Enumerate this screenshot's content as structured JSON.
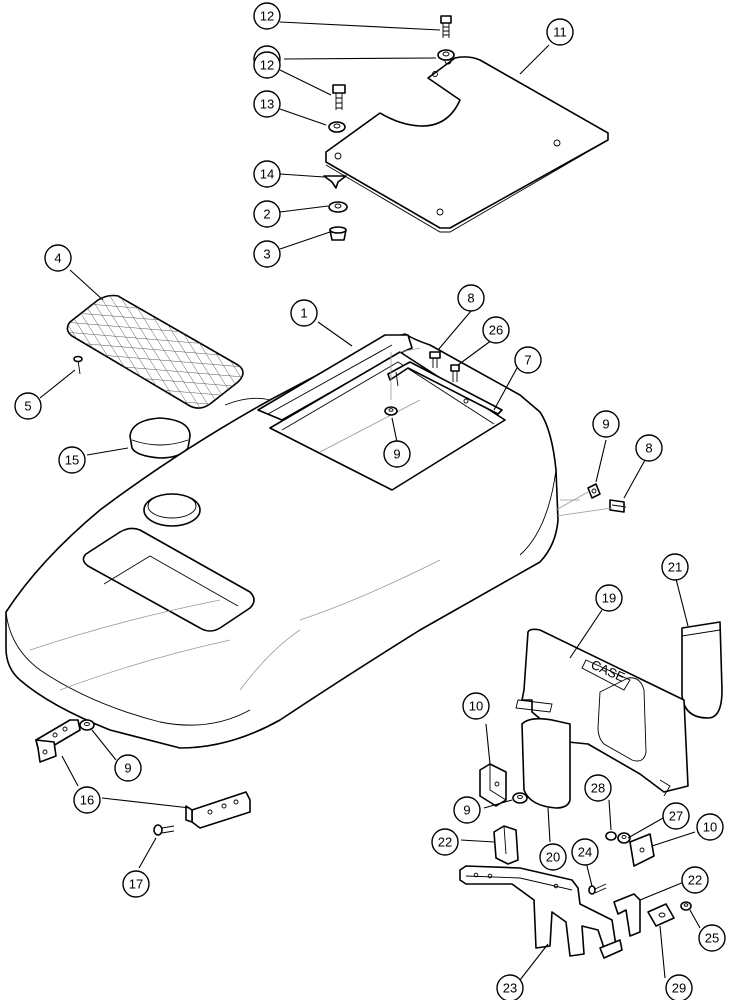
{
  "callouts": [
    {
      "id": "c12a",
      "label": "12"
    },
    {
      "id": "c11",
      "label": "11"
    },
    {
      "id": "c13a",
      "label": "13"
    },
    {
      "id": "c12b",
      "label": "12"
    },
    {
      "id": "c13b",
      "label": "13"
    },
    {
      "id": "c14",
      "label": "14"
    },
    {
      "id": "c2",
      "label": "2"
    },
    {
      "id": "c3",
      "label": "3"
    },
    {
      "id": "c4",
      "label": "4"
    },
    {
      "id": "c5",
      "label": "5"
    },
    {
      "id": "c1",
      "label": "1"
    },
    {
      "id": "c8a",
      "label": "8"
    },
    {
      "id": "c26",
      "label": "26"
    },
    {
      "id": "c7",
      "label": "7"
    },
    {
      "id": "c9a",
      "label": "9"
    },
    {
      "id": "c9b",
      "label": "9"
    },
    {
      "id": "c8b",
      "label": "8"
    },
    {
      "id": "c15",
      "label": "15"
    },
    {
      "id": "c21",
      "label": "21"
    },
    {
      "id": "c19",
      "label": "19"
    },
    {
      "id": "c10a",
      "label": "10"
    },
    {
      "id": "c9c",
      "label": "9"
    },
    {
      "id": "c16",
      "label": "16"
    },
    {
      "id": "c17",
      "label": "17"
    },
    {
      "id": "c9d",
      "label": "9"
    },
    {
      "id": "c28",
      "label": "28"
    },
    {
      "id": "c27",
      "label": "27"
    },
    {
      "id": "c10b",
      "label": "10"
    },
    {
      "id": "c22a",
      "label": "22"
    },
    {
      "id": "c20",
      "label": "20"
    },
    {
      "id": "c24",
      "label": "24"
    },
    {
      "id": "c22b",
      "label": "22"
    },
    {
      "id": "c25",
      "label": "25"
    },
    {
      "id": "c23",
      "label": "23"
    },
    {
      "id": "c29",
      "label": "29"
    }
  ],
  "decal_text": "CASE"
}
